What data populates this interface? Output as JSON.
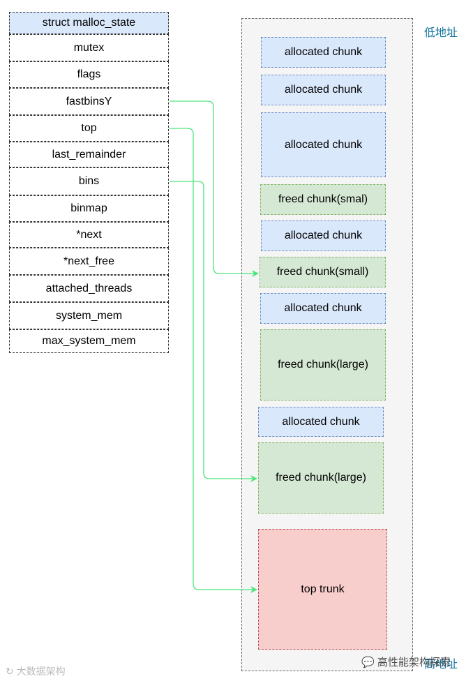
{
  "malloc_state": {
    "fields": [
      "struct malloc_state",
      "mutex",
      "flags",
      "fastbinsY",
      "top",
      "last_remainder",
      "bins",
      "binmap",
      "*next",
      "*next_free",
      "attached_threads",
      "system_mem",
      "max_system_mem"
    ]
  },
  "heap": {
    "low_address_label": "低地址",
    "high_address_label": "高地址",
    "chunks": [
      {
        "label": "allocated chunk",
        "kind": "allocated"
      },
      {
        "label": "allocated chunk",
        "kind": "allocated"
      },
      {
        "label": "allocated chunk",
        "kind": "allocated"
      },
      {
        "label": "freed chunk(smal)",
        "kind": "freed"
      },
      {
        "label": "allocated chunk",
        "kind": "allocated"
      },
      {
        "label": "freed chunk(small)",
        "kind": "freed"
      },
      {
        "label": "allocated chunk",
        "kind": "allocated"
      },
      {
        "label": "freed chunk(large)",
        "kind": "freed"
      },
      {
        "label": "allocated chunk",
        "kind": "allocated"
      },
      {
        "label": "freed chunk(large)",
        "kind": "freed"
      },
      {
        "label": "top trunk",
        "kind": "top"
      }
    ]
  },
  "links": [
    {
      "from": "fastbinsY",
      "to": "freed chunk(small)"
    },
    {
      "from": "bins",
      "to": "freed chunk(large)"
    },
    {
      "from": "top",
      "to": "top trunk"
    }
  ],
  "colors": {
    "allocated_fill": "#dae8fc",
    "allocated_border": "#6c8ebf",
    "freed_fill": "#d5e8d4",
    "freed_border": "#82b366",
    "top_fill": "#f8cecc",
    "top_border": "#b85450",
    "arrow": "#4ce57a",
    "address_label": "#10739e"
  },
  "watermark": {
    "right_text": "高性能架构探索",
    "left_text": "大数据架构"
  }
}
